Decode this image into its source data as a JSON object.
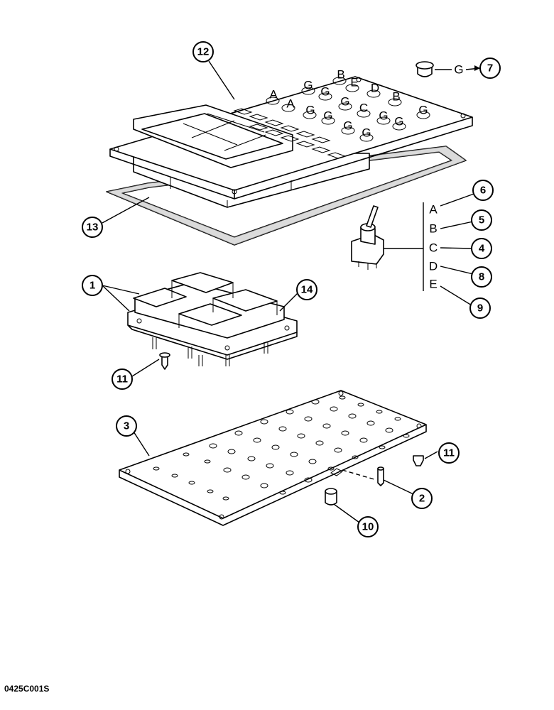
{
  "figure": {
    "drawing_code": "0425C001S",
    "background": "#ffffff",
    "ink": "#000000"
  },
  "callouts": [
    {
      "id": "1",
      "label": "1"
    },
    {
      "id": "2",
      "label": "2"
    },
    {
      "id": "3",
      "label": "3"
    },
    {
      "id": "4",
      "label": "4"
    },
    {
      "id": "5",
      "label": "5"
    },
    {
      "id": "6",
      "label": "6"
    },
    {
      "id": "7",
      "label": "7"
    },
    {
      "id": "8",
      "label": "8"
    },
    {
      "id": "9",
      "label": "9"
    },
    {
      "id": "10",
      "label": "10"
    },
    {
      "id": "11a",
      "label": "11"
    },
    {
      "id": "11b",
      "label": "11"
    },
    {
      "id": "12",
      "label": "12"
    },
    {
      "id": "13",
      "label": "13"
    },
    {
      "id": "14",
      "label": "14"
    }
  ],
  "switch_positions": [
    "A",
    "B",
    "C",
    "D",
    "E"
  ],
  "plug_letter": "G",
  "panel_letters": [
    "A",
    "A",
    "B",
    "B",
    "C",
    "D",
    "E",
    "G"
  ]
}
